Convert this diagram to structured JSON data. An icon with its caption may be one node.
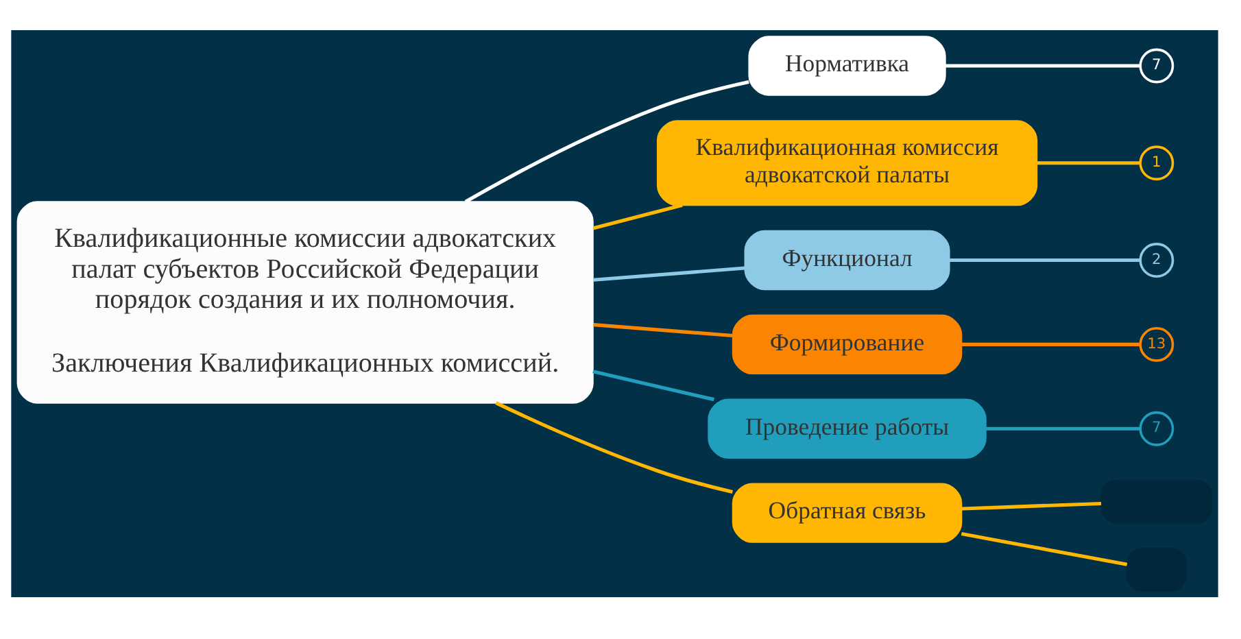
{
  "diagram": {
    "nodes": [
      {
        "text": [
          "Квалификационные комиссии адвокатских палат субъектов Российской Федерации порядок создания и их полномочия.",
          "Заключения Квалификационных комиссий."
        ]
      },
      {
        "text": [
          "Нормативка"
        ]
      },
      {
        "text": [
          "7"
        ]
      },
      {
        "text": [
          "Квалификационная комиссия адвокатской палаты"
        ]
      },
      {
        "text": [
          "1"
        ]
      },
      {
        "text": [
          "Функционал"
        ]
      },
      {
        "text": [
          "2"
        ]
      },
      {
        "text": [
          "Формирование"
        ]
      },
      {
        "text": [
          "13"
        ]
      },
      {
        "text": [
          "Проведение работы"
        ]
      },
      {
        "text": [
          "7"
        ]
      },
      {
        "text": [
          "Обратная связь"
        ]
      },
      {
        "text": [],
        "shape": "box"
      },
      {
        "text": [],
        "shape": "box"
      }
    ],
    "edges": [
      {
        "from": 0,
        "to": 1,
        "arrow": "none",
        "color": "#ffffff"
      },
      {
        "from": 0,
        "to": 3,
        "arrow": "none"
      },
      {
        "from": 0,
        "to": 5,
        "arrow": "none",
        "color": "#8ecae6"
      },
      {
        "from": 0,
        "to": 7,
        "arrow": "none",
        "color": "#fb8500"
      },
      {
        "from": 0,
        "to": 9,
        "arrow": "none",
        "color": "#219ebc"
      },
      {
        "from": 0,
        "to": 11,
        "arrow": "none"
      },
      {
        "from": 1,
        "to": 2,
        "arrow": "none",
        "color": "#ffffff"
      },
      {
        "from": 3,
        "to": 4,
        "arrow": "none"
      },
      {
        "from": 5,
        "to": 6,
        "arrow": "none",
        "color": "#8ecae6"
      },
      {
        "from": 7,
        "to": 8,
        "arrow": "none",
        "color": "#fb8500"
      },
      {
        "from": 9,
        "to": 10,
        "arrow": "none",
        "color": "#219ebc"
      },
      {
        "from": 11,
        "to": 12,
        "arrow": "none"
      },
      {
        "from": 11,
        "to": 13,
        "arrow": "none"
      }
    ]
  }
}
